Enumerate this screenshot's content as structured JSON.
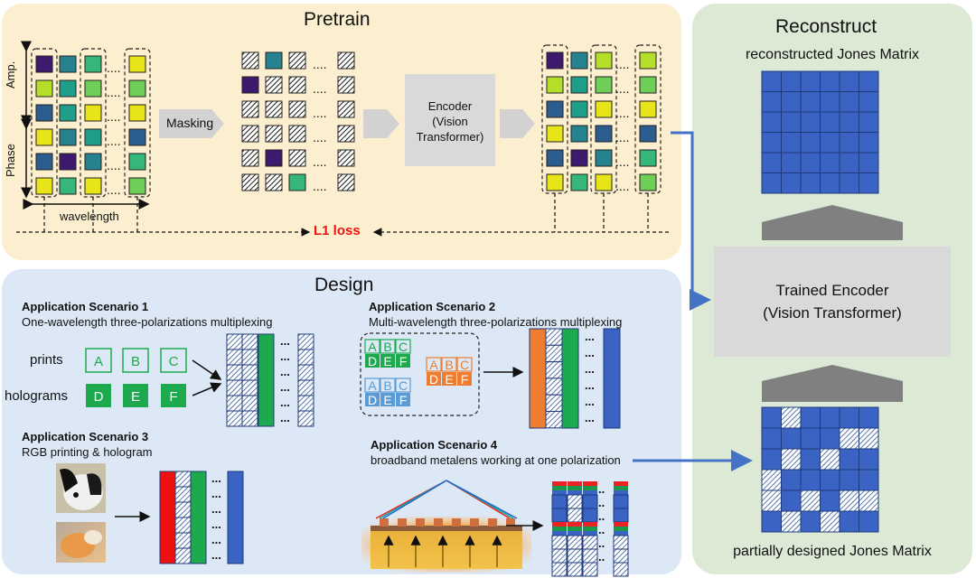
{
  "pretrain": {
    "title": "Pretrain",
    "amp_label": "Amp.",
    "phase_label": "Phase",
    "wavelength_label": "wavelength",
    "masking_label": "Masking",
    "encoder_line1": "Encoder",
    "encoder_line2": "(Vision",
    "encoder_line3": "Transformer)",
    "loss_label": "L1 loss",
    "dots": "...."
  },
  "design": {
    "title": "Design",
    "scenario1": {
      "title": "Application Scenario 1",
      "subtitle": "One-wavelength three-polarizations multiplexing",
      "prints_label": "prints",
      "holograms_label": "holograms",
      "print_letters": [
        "A",
        "B",
        "C"
      ],
      "hologram_letters": [
        "D",
        "E",
        "F"
      ]
    },
    "scenario2": {
      "title": "Application Scenario 2",
      "subtitle": "Multi-wavelength three-polarizations multiplexing",
      "letters_top": [
        "A",
        "B",
        "C"
      ],
      "letters_bottom": [
        "D",
        "E",
        "F"
      ]
    },
    "scenario3": {
      "title": "Application Scenario 3",
      "subtitle": "RGB printing & hologram"
    },
    "scenario4": {
      "title": "Application Scenario 4",
      "subtitle": "broadband metalens working at one polarization"
    }
  },
  "reconstruct": {
    "title": "Reconstruct",
    "top_label": "reconstructed Jones Matrix",
    "encoder_line1": "Trained Encoder",
    "encoder_line2": "(Vision Transformer)",
    "bottom_label": "partially designed Jones Matrix"
  },
  "colors": {
    "pretrain_bg": "#fcefcf",
    "design_bg": "#dce8f5",
    "reconstruct_bg": "#dce9d5",
    "cell_blue": "#3a63c4",
    "loss_red": "#ee1111",
    "arrow_blue": "#4472c4",
    "green": "#1daa4f",
    "orange": "#ee7d31",
    "light_blue": "#5b9bd5",
    "red": "#ee1111",
    "gray_block": "#d9d9d9"
  }
}
